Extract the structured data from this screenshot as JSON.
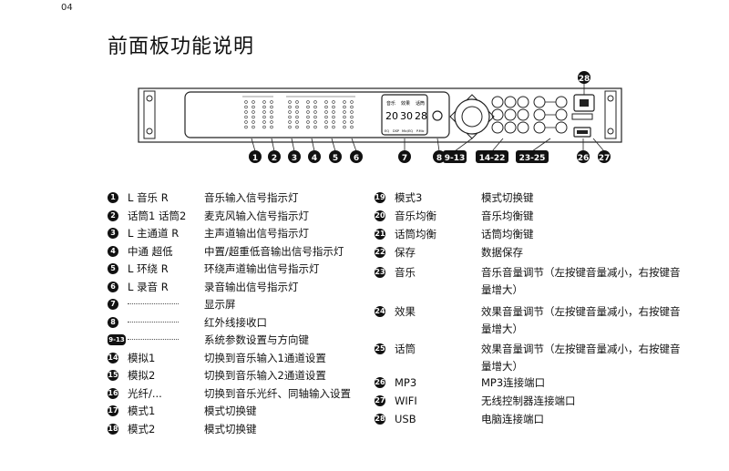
{
  "page_number": "04",
  "title": "前面板功能说明",
  "panel": {
    "display_headers": [
      "音乐",
      "效果",
      "话筒"
    ],
    "display_values": [
      "20",
      "30",
      "28"
    ],
    "display_footer": [
      "EQ",
      "DSP",
      "Mic/EQ",
      "P.Mic"
    ],
    "callouts_bottom": [
      "1",
      "2",
      "3",
      "4",
      "5",
      "6",
      "7",
      "8",
      "9-13",
      "14-22",
      "23-25",
      "26",
      "27"
    ],
    "callout_top": "28"
  },
  "legend_left": [
    {
      "num": "1",
      "name": "L 音乐 R",
      "desc": "音乐输入信号指示灯"
    },
    {
      "num": "2",
      "name": "话筒1 话筒2",
      "desc": "麦克风输入信号指示灯"
    },
    {
      "num": "3",
      "name": "L 主通道 R",
      "desc": "主声道输出信号指示灯"
    },
    {
      "num": "4",
      "name": "中通 超低",
      "desc": "中置/超重低音输出信号指示灯"
    },
    {
      "num": "5",
      "name": "L 环绕 R",
      "desc": "环绕声道输出信号指示灯"
    },
    {
      "num": "6",
      "name": "L 录音 R",
      "desc": "录音输出信号指示灯"
    },
    {
      "num": "7",
      "name": "",
      "desc": "显示屏"
    },
    {
      "num": "8",
      "name": "",
      "desc": "红外线接收口"
    },
    {
      "num": "9-13",
      "name": "",
      "desc": "系统参数设置与方向键"
    },
    {
      "num": "14",
      "name": "模拟1",
      "desc": "切换到音乐输入1通道设置"
    },
    {
      "num": "15",
      "name": "模拟2",
      "desc": "切换到音乐输入2通道设置"
    },
    {
      "num": "16",
      "name": "光纤/...",
      "desc": "切换到音乐光纤、同轴输入设置"
    },
    {
      "num": "17",
      "name": "模式1",
      "desc": "模式切换键"
    },
    {
      "num": "18",
      "name": "模式2",
      "desc": "模式切换键"
    }
  ],
  "legend_right": [
    {
      "num": "19",
      "name": "模式3",
      "desc": "模式切换键"
    },
    {
      "num": "20",
      "name": "音乐均衡",
      "desc": "音乐均衡键"
    },
    {
      "num": "21",
      "name": "话筒均衡",
      "desc": "话筒均衡键"
    },
    {
      "num": "22",
      "name": "保存",
      "desc": "数据保存"
    },
    {
      "num": "23",
      "name": "音乐",
      "desc": "音乐音量调节（左按键音量减小，右按键音量增大）"
    },
    {
      "num": "24",
      "name": "效果",
      "desc": "效果音量调节（左按键音量减小，右按键音量增大）"
    },
    {
      "num": "25",
      "name": "话筒",
      "desc": "效果音量调节（左按键音量减小，右按键音量增大）"
    },
    {
      "num": "26",
      "name": "MP3",
      "desc": "MP3连接端口"
    },
    {
      "num": "27",
      "name": "WIFI",
      "desc": "无线控制器连接端口"
    },
    {
      "num": "28",
      "name": "USB",
      "desc": "电脑连接端口"
    }
  ]
}
